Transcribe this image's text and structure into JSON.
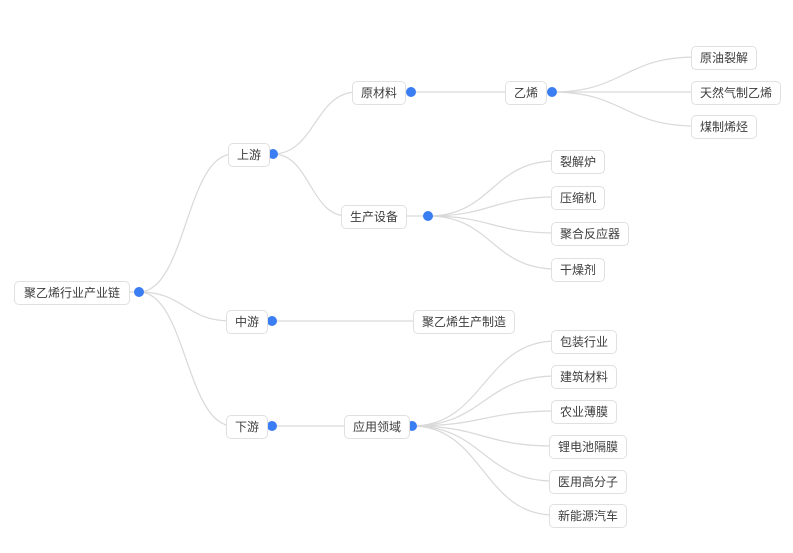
{
  "colors": {
    "canvas_bg": "#ffffff",
    "node_border": "#e0e0e0",
    "node_bg": "#ffffff",
    "node_text": "#3d3d3d",
    "dot": "#3b7df2",
    "link": "#d9d9d9"
  },
  "tree": {
    "label": "聚乙烯行业产业链",
    "children": [
      {
        "label": "上游",
        "children": [
          {
            "label": "原材料",
            "children": [
              {
                "label": "乙烯",
                "children": [
                  {
                    "label": "原油裂解"
                  },
                  {
                    "label": "天然气制乙烯"
                  },
                  {
                    "label": "煤制烯烃"
                  }
                ]
              }
            ]
          },
          {
            "label": "生产设备",
            "children": [
              {
                "label": "裂解炉"
              },
              {
                "label": "压缩机"
              },
              {
                "label": "聚合反应器"
              },
              {
                "label": "干燥剂"
              }
            ]
          }
        ]
      },
      {
        "label": "中游",
        "children": [
          {
            "label": "聚乙烯生产制造"
          }
        ]
      },
      {
        "label": "下游",
        "children": [
          {
            "label": "应用领域",
            "children": [
              {
                "label": "包装行业"
              },
              {
                "label": "建筑材料"
              },
              {
                "label": "农业薄膜"
              },
              {
                "label": "锂电池隔膜"
              },
              {
                "label": "医用高分子"
              },
              {
                "label": "新能源汽车"
              }
            ]
          }
        ]
      }
    ]
  }
}
